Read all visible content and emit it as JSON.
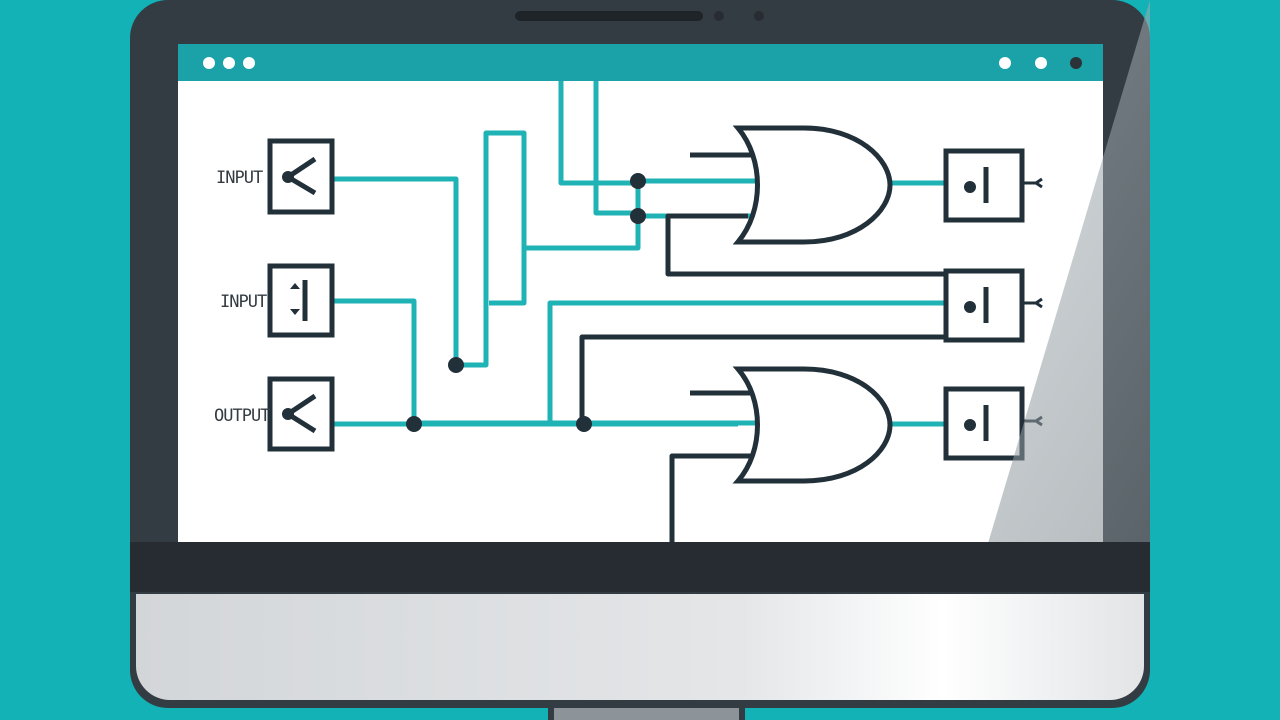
{
  "screen": {
    "window_dots": [
      "white",
      "white",
      "white"
    ],
    "window_controls": [
      "white",
      "white",
      "dark"
    ]
  },
  "circuit": {
    "input_labels": [
      "INPUT",
      "INPUT",
      "OUTPUT"
    ],
    "gates": [
      "or-gate",
      "or-gate"
    ],
    "outputs": 3
  },
  "colors": {
    "background": "#12b2b6",
    "bezel": "#343c43",
    "titlebar": "#1aa2a8",
    "wire_teal": "#1fb3b6",
    "wire_dark": "#22303a"
  }
}
